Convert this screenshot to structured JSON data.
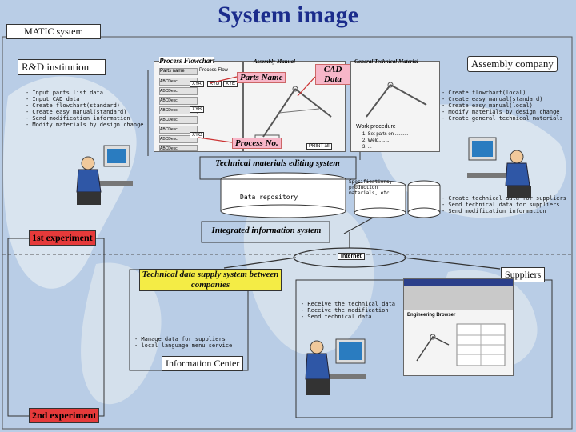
{
  "title": "System image",
  "labels": {
    "matic": "MATIC system",
    "rnd": "R&D institution",
    "assembly_company": "Assembly company",
    "suppliers": "Suppliers",
    "info_center": "Information Center",
    "first_exp": "1st experiment",
    "second_exp": "2nd experiment",
    "internet": "Internet"
  },
  "rnd_tasks": [
    "- Input parts list data",
    "- Input CAD data",
    "- Create flowchart(standard)",
    "- Create easy manual(standard)",
    "- Send modification information",
    "- Modify materials by design change"
  ],
  "assembly_tasks": [
    "- Create flowchart(local)",
    "- Create easy manual(standard)",
    "- Create easy manual(local)",
    "- Modify materials by design change",
    "- Create general technical materials"
  ],
  "assembly_tasks2": [
    "- Create technical data for suppliers",
    "- Send technical data for suppliers",
    "- Send modification information"
  ],
  "supplier_tasks": [
    "- Receive the technical data",
    "- Receive the modification",
    "- Send technical data"
  ],
  "center_tasks": [
    "- Manage data for suppliers",
    "- local language menu service"
  ],
  "panels": {
    "flowchart_title": "Process Flowchart",
    "flowchart_sub": "Process Flow",
    "flowchart_head": "Parts name",
    "flowchart_rows": [
      "ABCDesc",
      "ABCDesc",
      "ABCDesc",
      "ABCDesc",
      "ABCDesc",
      "ABCDesc",
      "ABCDesc",
      "ABCDesc"
    ],
    "flow_nodes": [
      "XYA",
      "XYD",
      "XYE",
      "XYB",
      "XYC"
    ],
    "assembly_manual": "Assembly Manual",
    "general_material": "General Technical Material",
    "work_procedure": "Work procedure",
    "work_steps": [
      "1. Set parts on ..........",
      "2. Weld.........",
      "3. ..."
    ],
    "print_btn": "PRINT all"
  },
  "callouts": {
    "parts_name": "Parts Name",
    "cad_data": "CAD Data",
    "process_no": "Process No."
  },
  "systems": {
    "editing": "Technical materials editing system",
    "repository": "Data repository",
    "spec": "Specifications, production materials, etc.",
    "integrated": "Integrated information system",
    "supply": "Technical data supply system between companies"
  },
  "screens": {
    "browser_title": "Engineering Browser"
  },
  "colors": {
    "title": "#1b2c8c",
    "red": "#e63a3a",
    "yellow": "#f4ec45",
    "pink": "#f7b6c8",
    "background": "#b9cde6"
  }
}
